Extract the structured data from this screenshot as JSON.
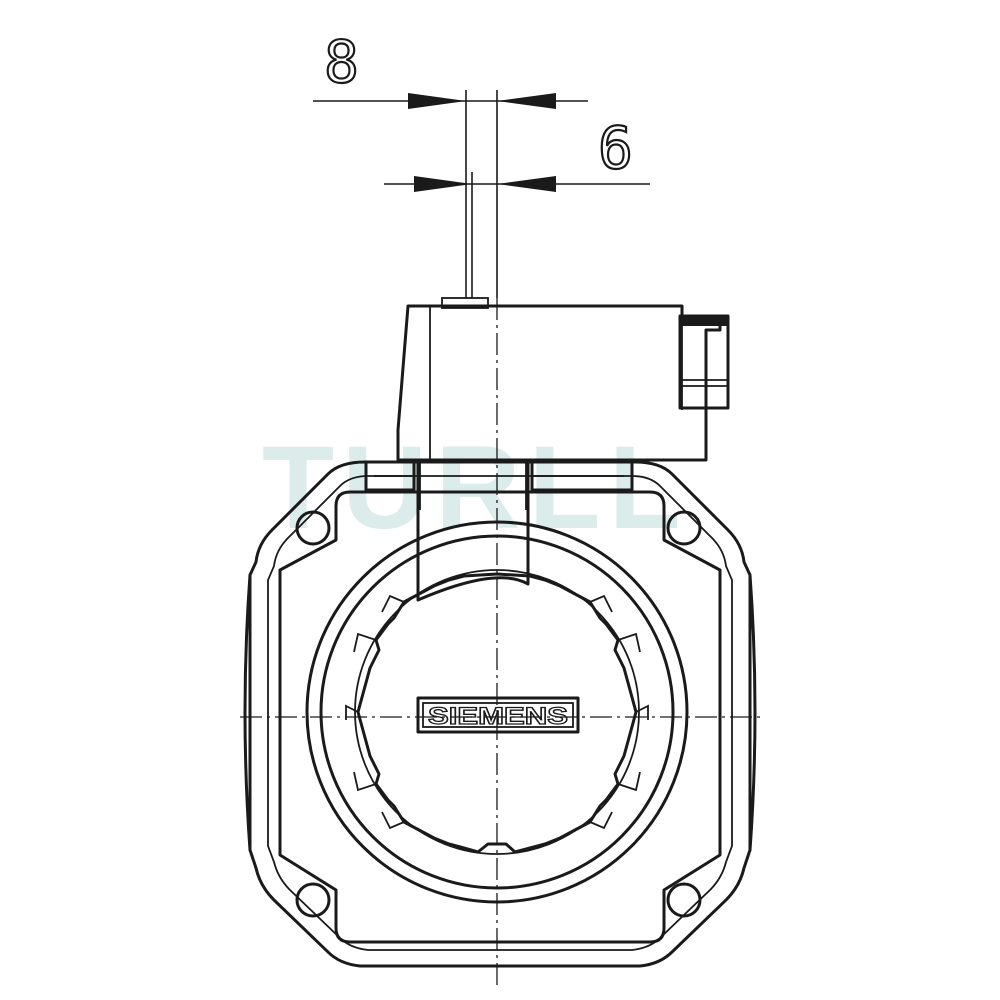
{
  "dimensions": {
    "top": "8",
    "bottom": "6"
  },
  "logo": {
    "text": "SIEMENS"
  },
  "watermark": {
    "text": "TURLL"
  },
  "colors": {
    "line": "#1a1a1a",
    "background": "#ffffff",
    "watermark": "#cfe6e4"
  }
}
